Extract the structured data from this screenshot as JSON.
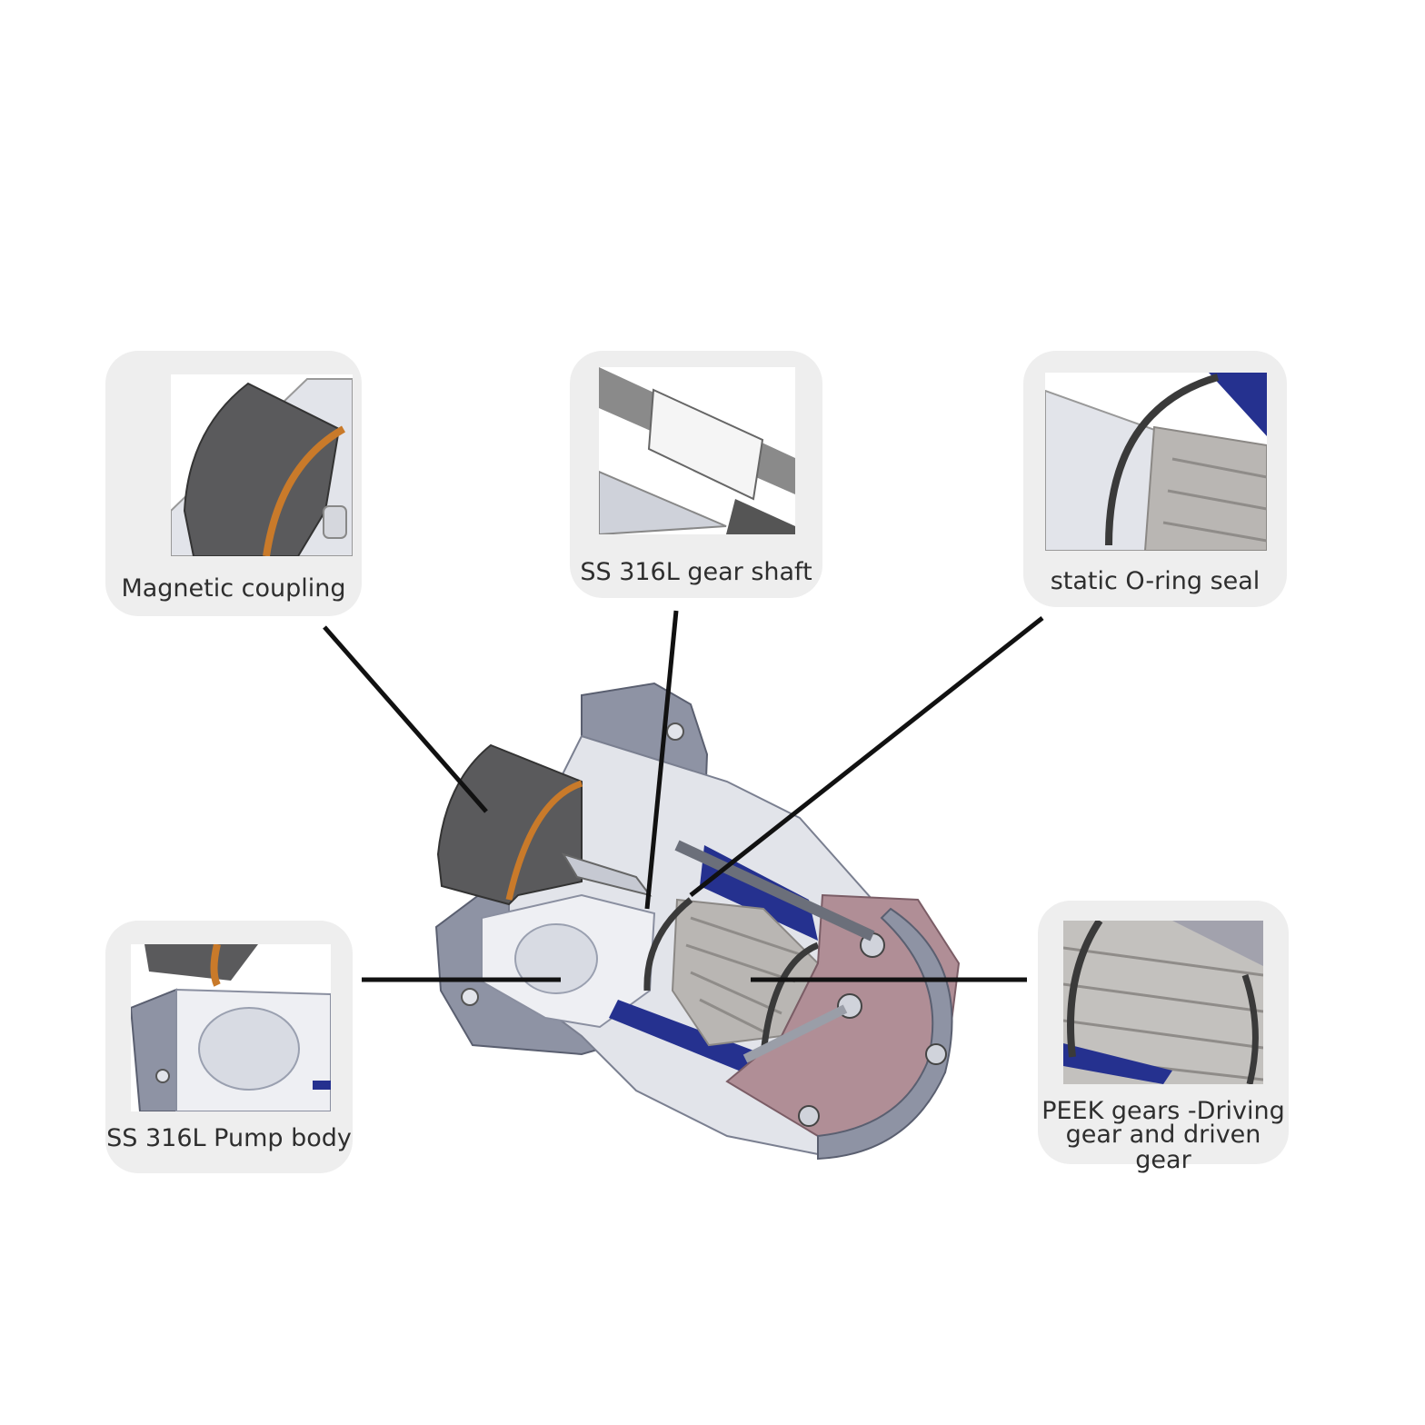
{
  "callouts": {
    "magnetic_coupling": "Magnetic coupling",
    "gear_shaft": "SS 316L gear shaft",
    "oring_seal": "static O-ring seal",
    "pump_body": "SS 316L Pump body",
    "gears_line1": "PEEK gears -Driving",
    "gears_line2": "gear and driven gear"
  },
  "colors": {
    "steel": "#8e93a4",
    "steel_light": "#e2e4ea",
    "magnet": "#5a5a5c",
    "oring_orange": "#c97a2a",
    "accent_blue": "#25318f",
    "peek_gear": "#b9b6b3",
    "housing_pink": "#b08e96",
    "leader": "#111111"
  }
}
